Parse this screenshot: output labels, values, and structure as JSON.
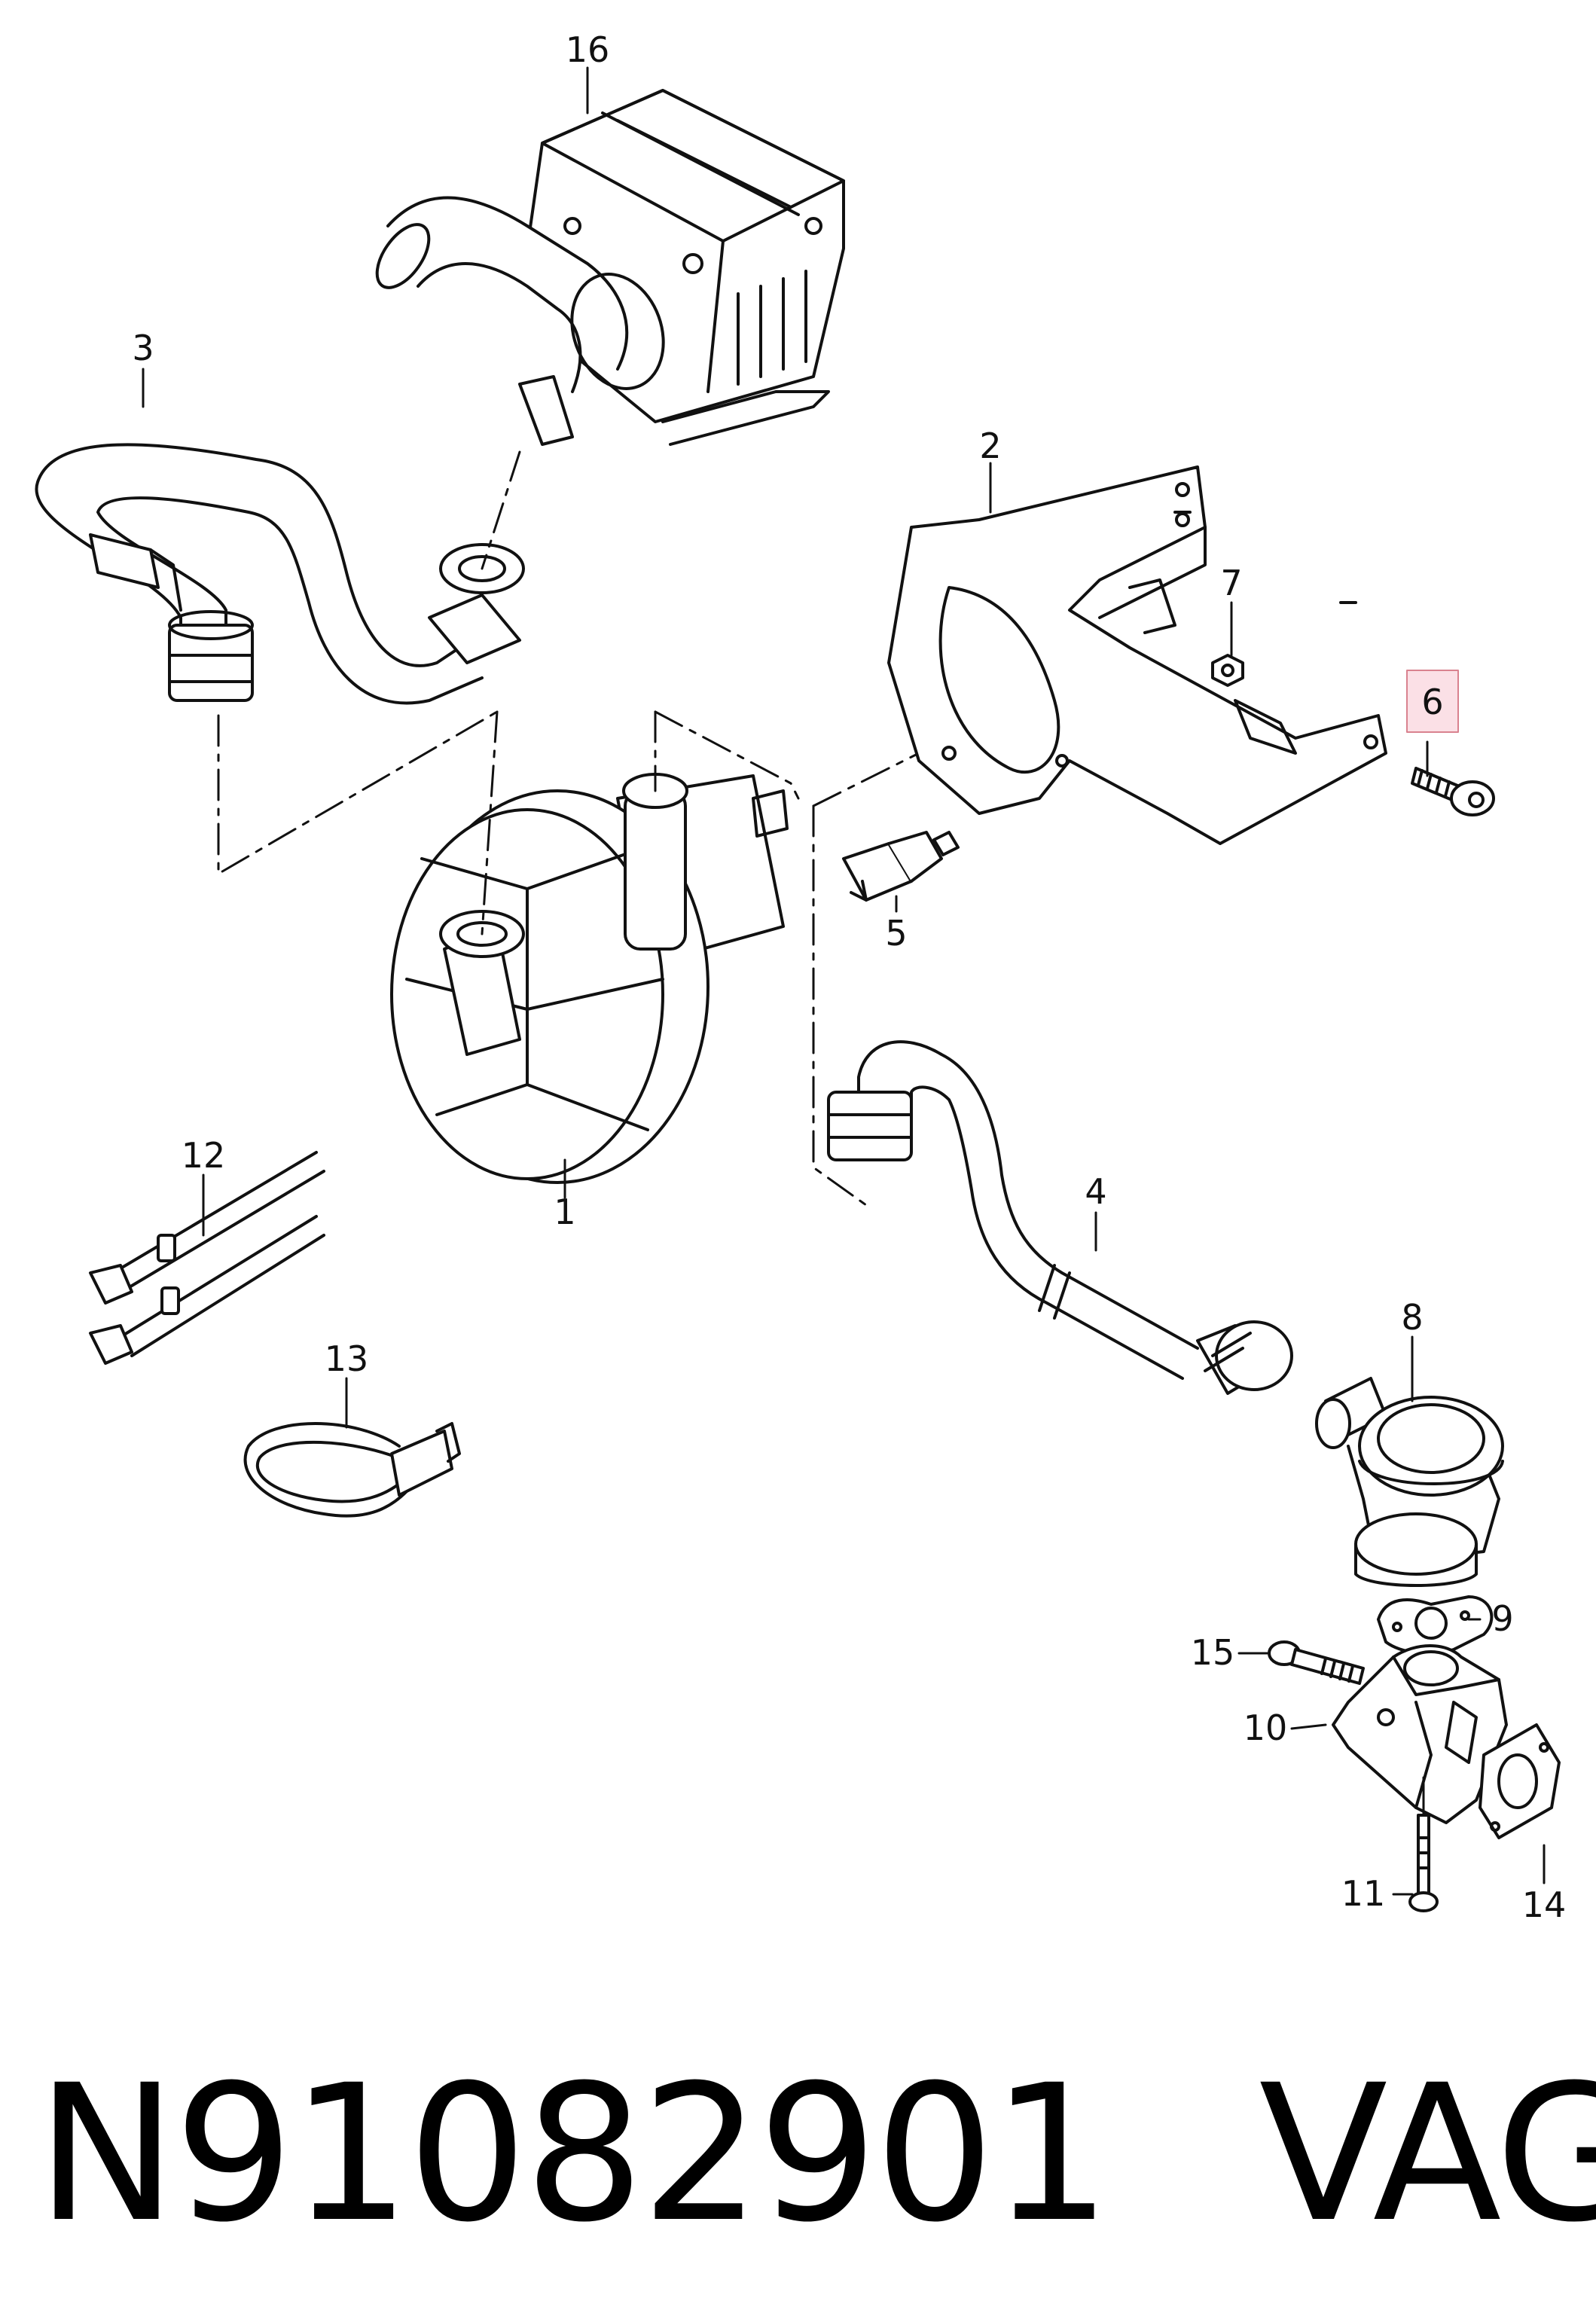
{
  "callouts": {
    "c1": "1",
    "c2": "2",
    "c3": "3",
    "c4": "4",
    "c5": "5",
    "c6": "6",
    "c7": "7",
    "c8": "8",
    "c9": "9",
    "c10": "10",
    "c11": "11",
    "c12": "12",
    "c13": "13",
    "c14": "14",
    "c15": "15",
    "c16": "16"
  },
  "footer": {
    "part_number": "N91082901",
    "brand": "VAG"
  },
  "colors": {
    "line": "#111111",
    "highlight_fill": "#fbe0e6",
    "highlight_stroke": "#d9828f"
  }
}
